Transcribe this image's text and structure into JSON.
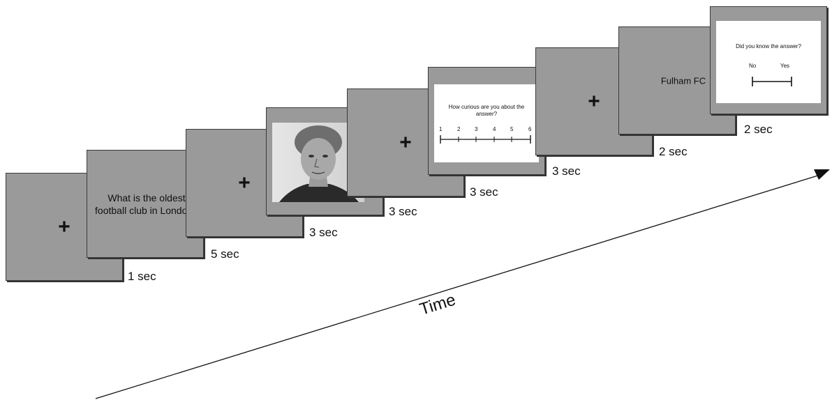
{
  "trial": {
    "fixation_symbol": "+",
    "question": "What is the oldest football club in London?",
    "curiosity_prompt": "How curious are you about the answer?",
    "curiosity_scale": [
      "1",
      "2",
      "3",
      "4",
      "5",
      "6"
    ],
    "answer": "Fulham FC",
    "knowledge_prompt": "Did you know the answer?",
    "knowledge_no": "No",
    "knowledge_yes": "Yes"
  },
  "durations": {
    "d1": "1 sec",
    "d2": "5 sec",
    "d3": "3 sec",
    "d4": "3 sec",
    "d5": "3 sec",
    "d6": "3 sec",
    "d7": "2 sec",
    "d8": "2 sec"
  },
  "axis": {
    "label": "Time"
  },
  "colors": {
    "screen": "#9a9a9a",
    "frame": "#3a3a3a",
    "arrow": "#111111"
  }
}
